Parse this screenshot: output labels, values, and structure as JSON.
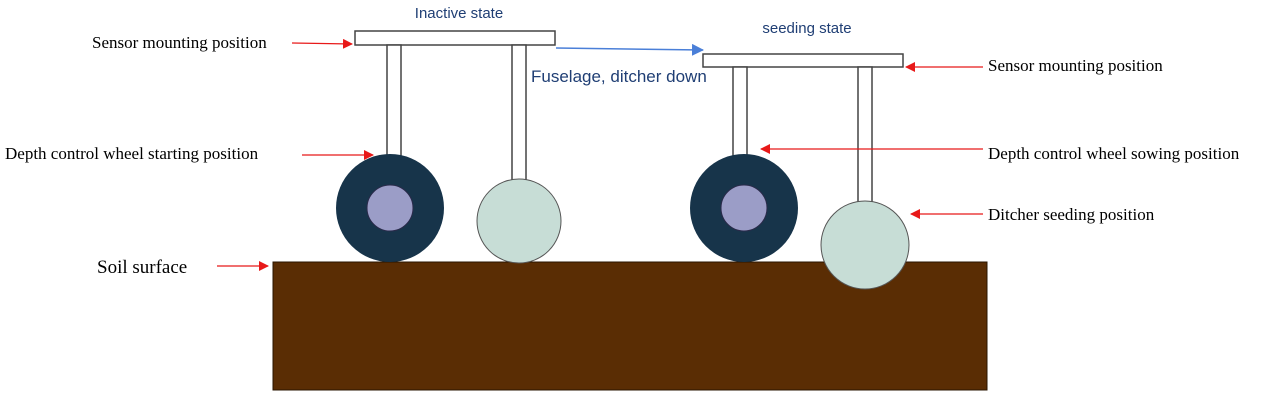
{
  "states": {
    "inactive_title": "Inactive state",
    "seeding_title": "seeding state"
  },
  "transition_label": "Fuselage, ditcher down",
  "labels": {
    "sensor_left": "Sensor mounting position",
    "depth_wheel_start": "Depth control wheel starting position",
    "soil_surface": "Soil surface",
    "sensor_right": "Sensor mounting position",
    "depth_wheel_sowing": "Depth control wheel sowing position",
    "ditcher_seeding": "Ditcher seeding position"
  },
  "colors": {
    "soil": "#5a2d04",
    "wheel_tire": "#17344a",
    "wheel_hub": "#9b9dc7",
    "ditcher": "#c7ddd6",
    "frame_fill": "#ffffff",
    "frame_stroke": "#444444",
    "pointer_arrow": "#e81919",
    "transition_arrow": "#4a7fd8",
    "state_title": "#1f3e74"
  }
}
